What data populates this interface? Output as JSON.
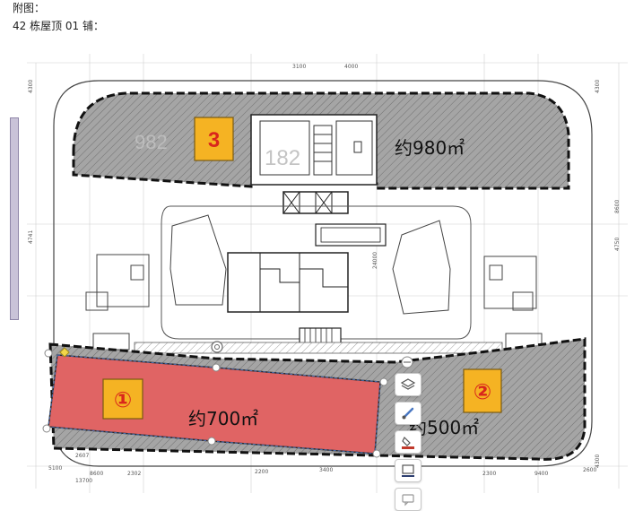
{
  "captions": {
    "line1": "附图：",
    "line2": "42 栋屋顶 01 铺："
  },
  "zones": [
    {
      "badge": "3",
      "area": "约980㎡"
    },
    {
      "badge": "①",
      "area": "约700㎡"
    },
    {
      "badge": "②",
      "area": "约500㎡"
    }
  ],
  "plan_labels": {
    "ghost_left": "982",
    "ghost_center": "182",
    "dims_top": [
      "3100",
      "4000"
    ],
    "dims_bottom": [
      "5100",
      "8600",
      "2607",
      "2302",
      "13700",
      "2200",
      "3400",
      "9400",
      "2300",
      "2600"
    ],
    "dims_right": [
      "4300",
      "8600",
      "4750",
      "4300"
    ],
    "dims_left": [
      "4300",
      "4741"
    ],
    "mid_dim": "24000"
  },
  "colors": {
    "hatched_zone": "#9b9b9b",
    "selected_zone": "#e06464",
    "badge_fill": "#f5b323",
    "badge_text_red": "#d9261c"
  },
  "toolbar": {
    "icons": [
      "layers-icon",
      "brush-icon",
      "fill-color-icon",
      "monitor-icon",
      "comment-icon"
    ]
  }
}
